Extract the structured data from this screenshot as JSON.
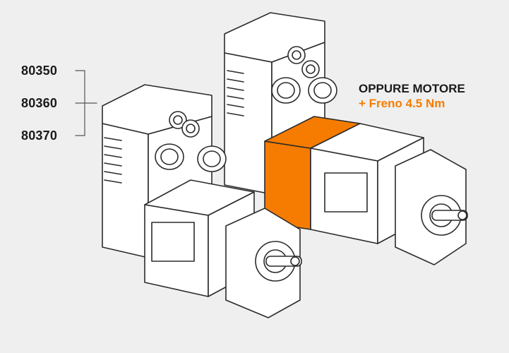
{
  "product_codes": [
    "80350",
    "80360",
    "80370"
  ],
  "callout": {
    "title": "OPPURE MOTORE",
    "subtitle": "+ Freno 4.5 Nm"
  },
  "colors": {
    "background": "#efefef",
    "outline": "#2b2b2b",
    "body_fill": "#ffffff",
    "brake_accent": "#f57c00",
    "label_text": "#1a1a1a"
  }
}
